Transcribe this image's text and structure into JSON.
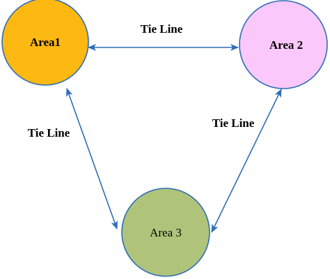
{
  "diagram": {
    "nodes": [
      {
        "id": "area1",
        "label": "Area1",
        "fill": "#FDB812",
        "stroke": "#2E6DB6"
      },
      {
        "id": "area2",
        "label": "Area 2",
        "fill": "#FAC8FA",
        "stroke": "#2E6DB6"
      },
      {
        "id": "area3",
        "label": "Area 3",
        "fill": "#AFC47A",
        "stroke": "#2E6DB6"
      }
    ],
    "edges": [
      {
        "from": "area1",
        "to": "area2",
        "label": "Tie Line",
        "direction": "bidirectional"
      },
      {
        "from": "area1",
        "to": "area3",
        "label": "Tie Line",
        "direction": "bidirectional"
      },
      {
        "from": "area2",
        "to": "area3",
        "label": "Tie Line",
        "direction": "bidirectional"
      }
    ],
    "arrow_color": "#2E6DB6"
  }
}
